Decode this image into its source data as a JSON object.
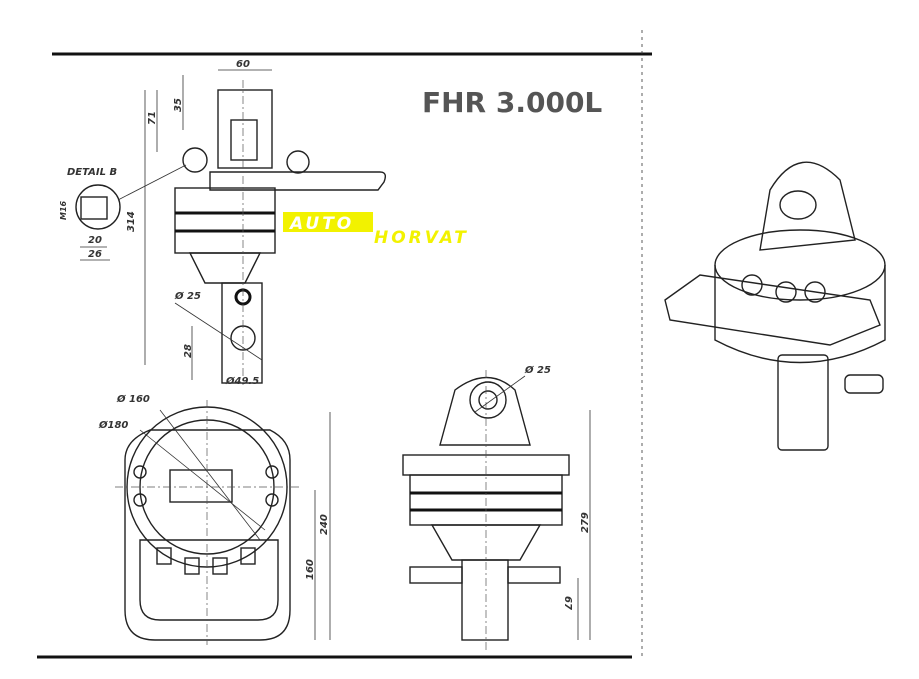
{
  "title": "FHR 3.000L",
  "watermark": {
    "line1": "AUTO",
    "line2": "HORVAT",
    "color": "#f2f200"
  },
  "side_view": {
    "dims": {
      "width_top": "60",
      "height_35": "35",
      "height_71": "71",
      "height_total": "314",
      "height_28": "28",
      "hole_dia": "Ø 25",
      "shaft_dia": "Ø49.5"
    },
    "detail": {
      "label": "DETAIL B",
      "thread": "M16",
      "w20": "20",
      "w26": "26"
    }
  },
  "top_view": {
    "dims": {
      "dia160": "Ø 160",
      "dia180": "Ø180",
      "h240": "240",
      "h160": "160"
    }
  },
  "front_view": {
    "dims": {
      "hole_dia": "Ø 25",
      "h279": "279",
      "h67": "67"
    }
  }
}
